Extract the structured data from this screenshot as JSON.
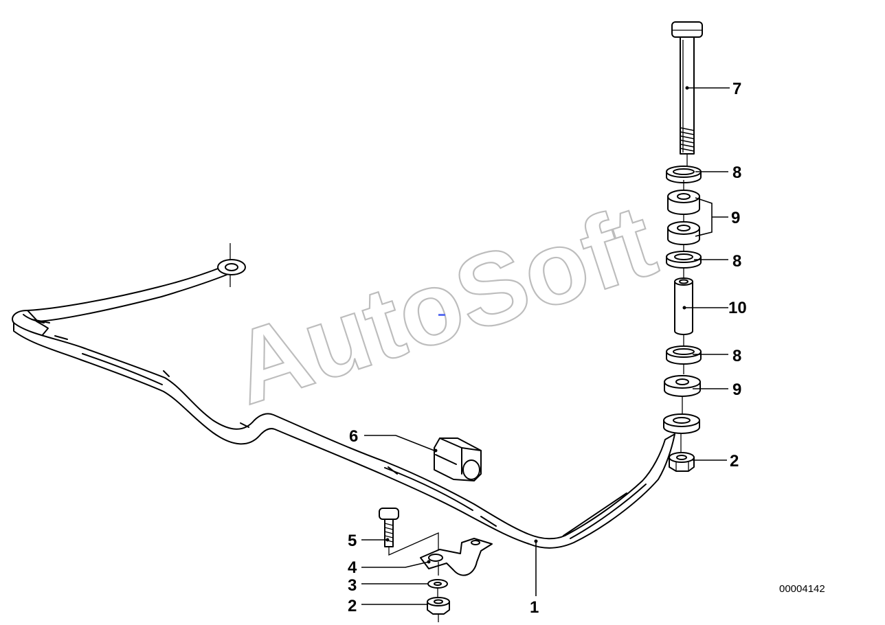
{
  "diagram": {
    "watermark": "AutoSoft",
    "reference_number": "00004142",
    "callouts": [
      "1",
      "2",
      "2",
      "3",
      "4",
      "5",
      "6",
      "7",
      "8",
      "8",
      "8",
      "9",
      "9",
      "10"
    ]
  }
}
